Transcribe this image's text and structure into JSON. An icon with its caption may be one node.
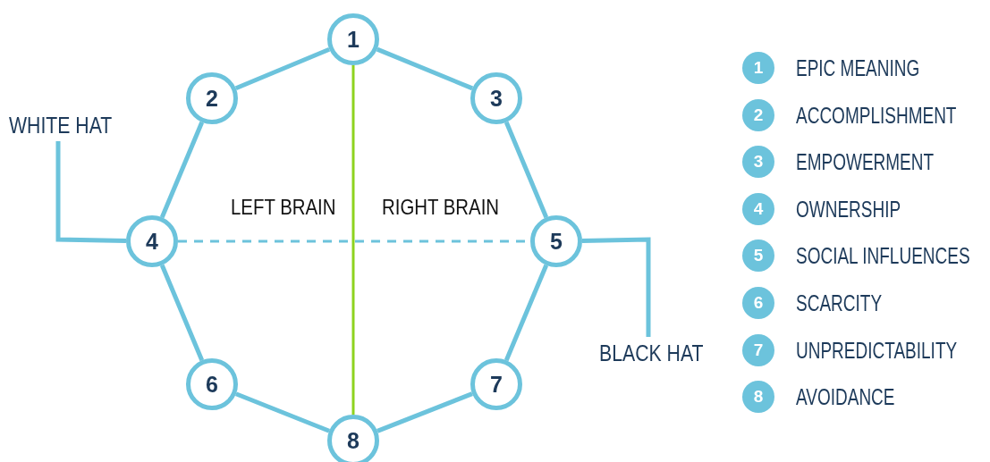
{
  "diagram": {
    "nodes": [
      {
        "text": [
          "1"
        ]
      },
      {
        "text": [
          "2"
        ]
      },
      {
        "text": [
          "3"
        ]
      },
      {
        "text": [
          "WHITE HAT"
        ]
      },
      {
        "text": [
          "4"
        ]
      },
      {
        "text": [
          "5"
        ]
      },
      {
        "text": [
          "BLACK HAT"
        ]
      },
      {
        "text": [
          "6"
        ]
      },
      {
        "text": [
          "7"
        ]
      },
      {
        "text": [
          "8"
        ]
      },
      {
        "text": [
          "1"
        ],
        "beside": [
          "EPIC MEANING"
        ]
      },
      {
        "text": [
          "2"
        ],
        "beside": [
          "ACCOMPLISHMENT"
        ]
      },
      {
        "text": [
          "3"
        ],
        "beside": [
          "EMPOWERMENT"
        ]
      },
      {
        "text": [
          "4"
        ],
        "beside": [
          "OWNERSHIP"
        ]
      },
      {
        "text": [
          "5"
        ],
        "beside": [
          "SOCIAL INFLUENCES"
        ]
      },
      {
        "text": [
          "6"
        ],
        "beside": [
          "SCARCITY"
        ]
      },
      {
        "text": [
          "7"
        ],
        "beside": [
          "UNPREDICTABILITY"
        ]
      },
      {
        "text": [
          "8"
        ],
        "beside": [
          "AVOIDANCE"
        ]
      }
    ],
    "edges": [
      {
        "from": 0,
        "to": 1,
        "arrow": "none"
      },
      {
        "from": 0,
        "to": 2,
        "arrow": "none"
      },
      {
        "from": 1,
        "to": 4,
        "arrow": "none"
      },
      {
        "from": 2,
        "to": 5,
        "arrow": "none"
      },
      {
        "from": 4,
        "to": 7,
        "arrow": "none"
      },
      {
        "from": 5,
        "to": 8,
        "arrow": "none"
      },
      {
        "from": 7,
        "to": 9,
        "arrow": "none"
      },
      {
        "from": 8,
        "to": 9,
        "arrow": "none"
      },
      {
        "from": 0,
        "to": 9,
        "arrow": "none",
        "color": "#8ed31f"
      },
      {
        "from": 4,
        "to": 5,
        "arrow": "none",
        "style": "dashed"
      },
      {
        "from": 3,
        "to": 4,
        "arrow": "none"
      },
      {
        "from": 5,
        "to": 6,
        "arrow": "none"
      }
    ],
    "labels": [
      "LEFT BRAIN",
      "RIGHT BRAIN"
    ]
  }
}
